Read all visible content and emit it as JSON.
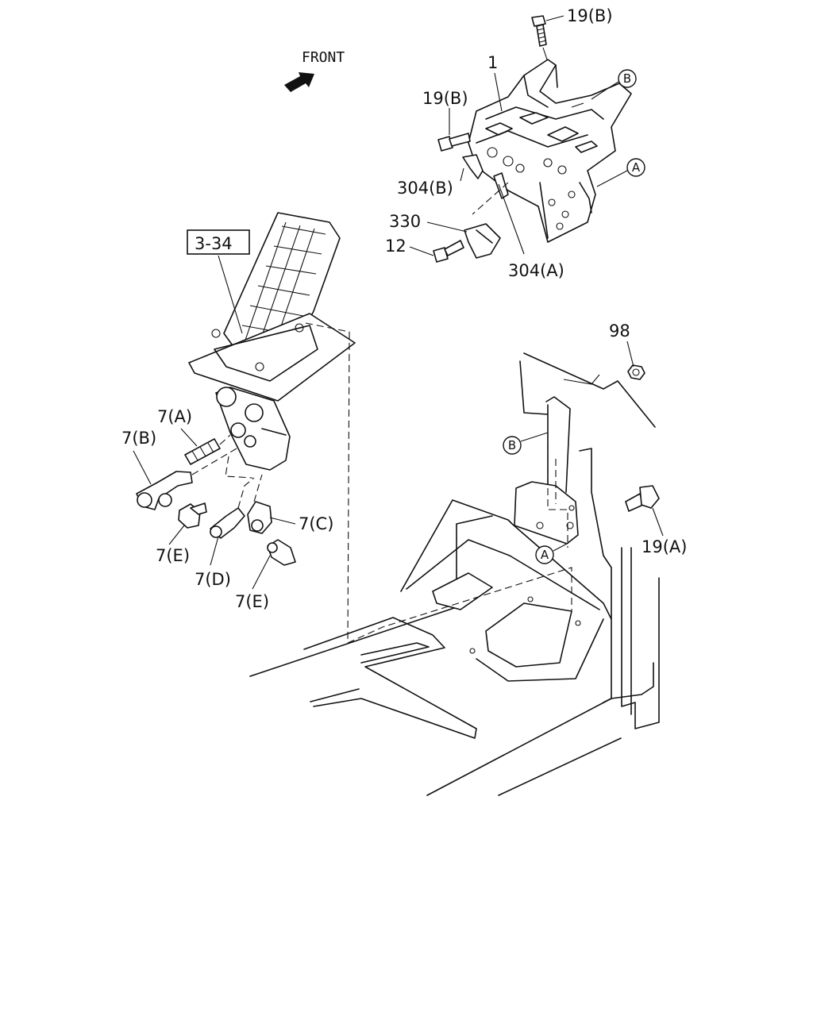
{
  "front_label": "FRONT",
  "callouts": {
    "pedal_assy_ref": "3-34",
    "bracket": "1",
    "bolt_19b_top": "19(B)",
    "bolt_19b_left": "19(B)",
    "clip_304b": "304(B)",
    "sensor_330": "330",
    "bolt_12": "12",
    "clip_304a": "304(A)",
    "nut_98": "98",
    "bolt_19a": "19(A)",
    "fitting_7a": "7(A)",
    "fitting_7b": "7(B)",
    "fitting_7c": "7(C)",
    "fitting_7d": "7(D)",
    "fitting_7e_left": "7(E)",
    "fitting_7e_bottom": "7(E)"
  },
  "reference_marks": {
    "a_bracket": "A",
    "b_bracket": "B",
    "a_floor": "A",
    "b_floor": "B"
  },
  "icons": {
    "front_arrow": "front-arrow-icon"
  }
}
